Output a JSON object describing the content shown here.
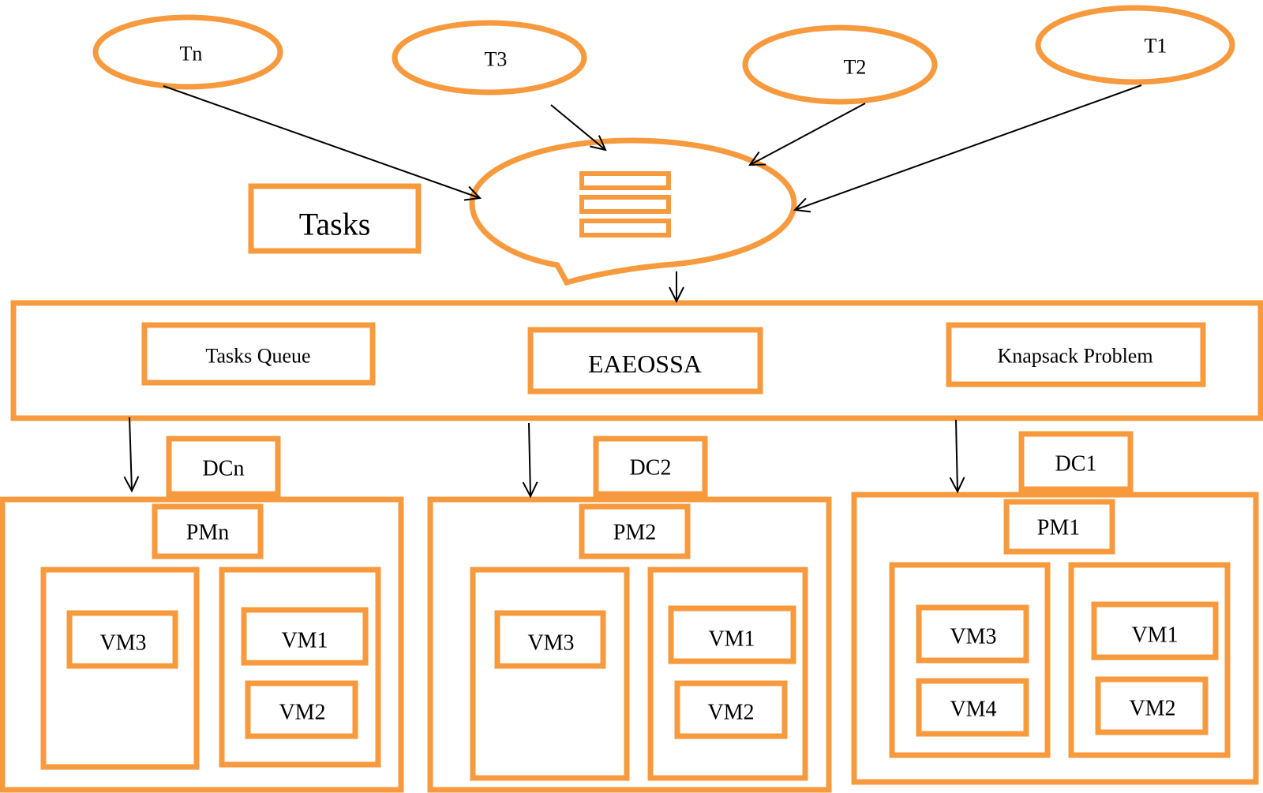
{
  "colors": {
    "accent": "#F7993D",
    "line": "#000000",
    "background": "#ffffff"
  },
  "tasks": {
    "tn": "Tn",
    "t3": "T3",
    "t2": "T2",
    "t1": "T1",
    "legend_label": "Tasks"
  },
  "bubble": {
    "icon": "list-icon"
  },
  "scheduler": {
    "queue": "Tasks Queue",
    "algorithm": "EAEOSSA",
    "knapsack": "Knapsack Problem"
  },
  "datacenters": [
    {
      "dc": "DCn",
      "pm": "PMn",
      "left_vms": [
        "VM3"
      ],
      "right_vms": [
        "VM1",
        "VM2"
      ]
    },
    {
      "dc": "DC2",
      "pm": "PM2",
      "left_vms": [
        "VM3"
      ],
      "right_vms": [
        "VM1",
        "VM2"
      ]
    },
    {
      "dc": "DC1",
      "pm": "PM1",
      "left_vms": [
        "VM3",
        "VM4"
      ],
      "right_vms": [
        "VM1",
        "VM2"
      ]
    }
  ]
}
